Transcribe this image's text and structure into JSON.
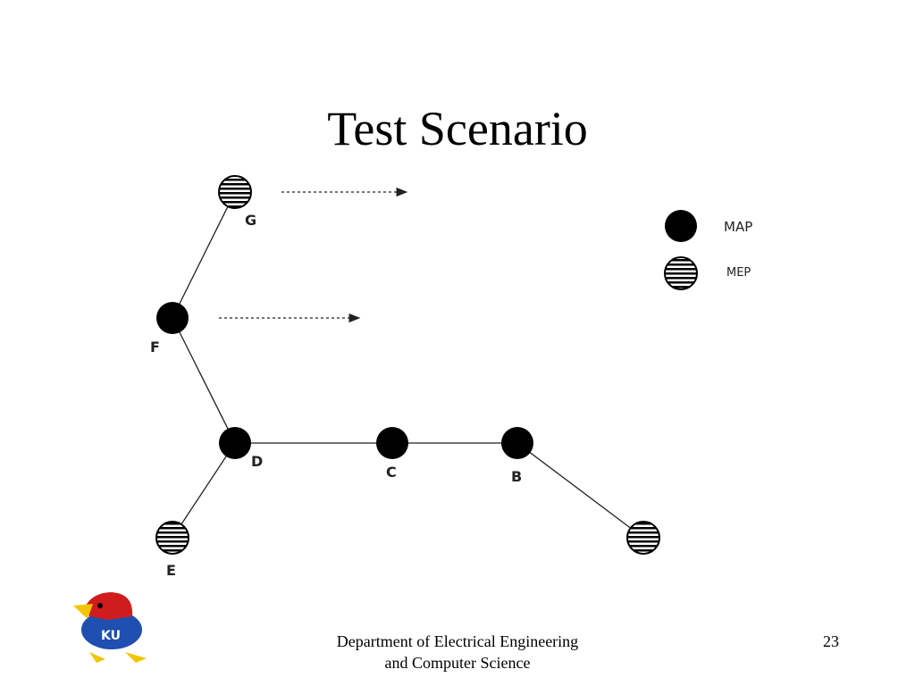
{
  "slide": {
    "title": "Test Scenario",
    "footer_line1": "Department of Electrical Engineering",
    "footer_line2": "and Computer Science",
    "page_number": "23",
    "logo_text": "KU"
  },
  "diagram": {
    "nodes": [
      {
        "id": "G",
        "label": "G",
        "kind": "MEP"
      },
      {
        "id": "F",
        "label": "F",
        "kind": "MAP"
      },
      {
        "id": "D",
        "label": "D",
        "kind": "MAP"
      },
      {
        "id": "C",
        "label": "C",
        "kind": "MAP"
      },
      {
        "id": "B",
        "label": "B",
        "kind": "MAP"
      },
      {
        "id": "E",
        "label": "E",
        "kind": "MEP"
      },
      {
        "id": "H",
        "label": "",
        "kind": "MEP"
      }
    ],
    "edges": [
      [
        "G",
        "F"
      ],
      [
        "F",
        "D"
      ],
      [
        "D",
        "E"
      ],
      [
        "D",
        "C"
      ],
      [
        "C",
        "B"
      ],
      [
        "B",
        "H"
      ]
    ],
    "legend": [
      {
        "kind": "MAP",
        "label": "MAP"
      },
      {
        "kind": "MEP",
        "label": "MEP"
      }
    ]
  },
  "colors": {
    "map_fill": "#000000",
    "mep_stripe": "#000000",
    "line": "#222222"
  }
}
